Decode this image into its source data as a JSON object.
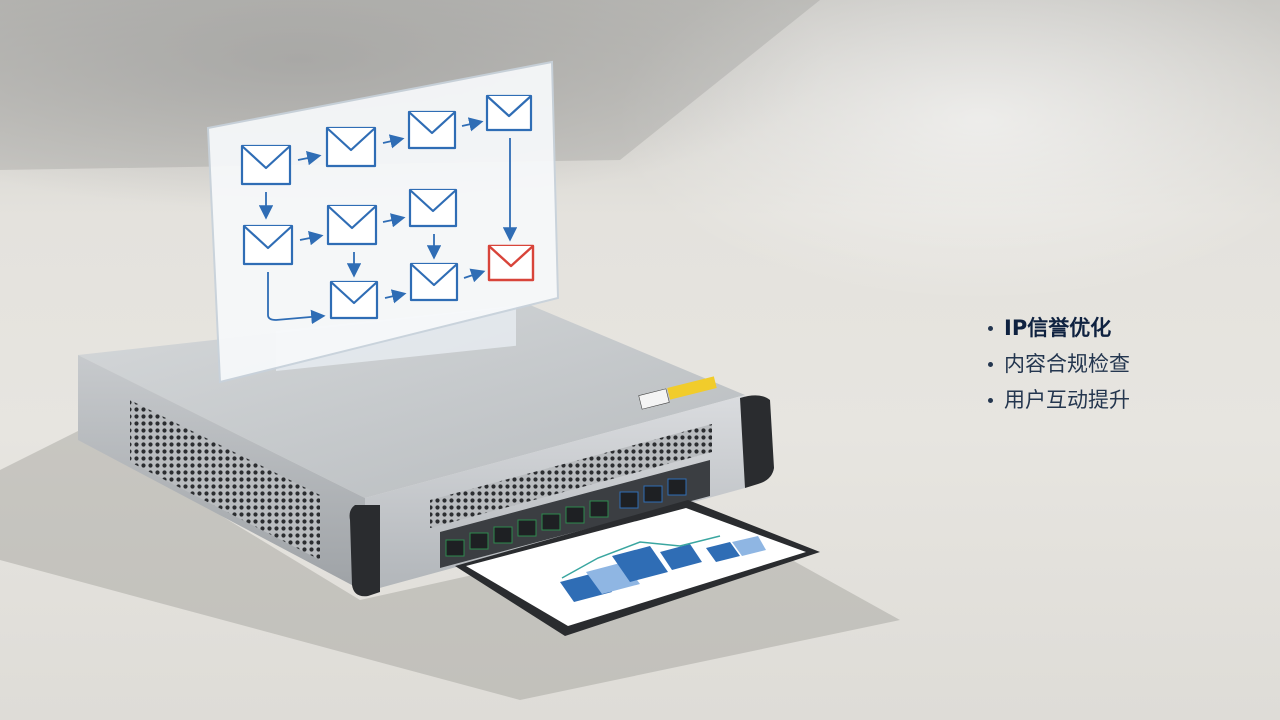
{
  "scene": {
    "description_free": true,
    "accent_color": "#2f6db5",
    "alert_color": "#d8443a"
  },
  "bullets": [
    {
      "text": "IP信誉优化",
      "emphasis": true
    },
    {
      "text": "内容合规检查",
      "emphasis": false
    },
    {
      "text": "用户互动提升",
      "emphasis": false
    }
  ]
}
